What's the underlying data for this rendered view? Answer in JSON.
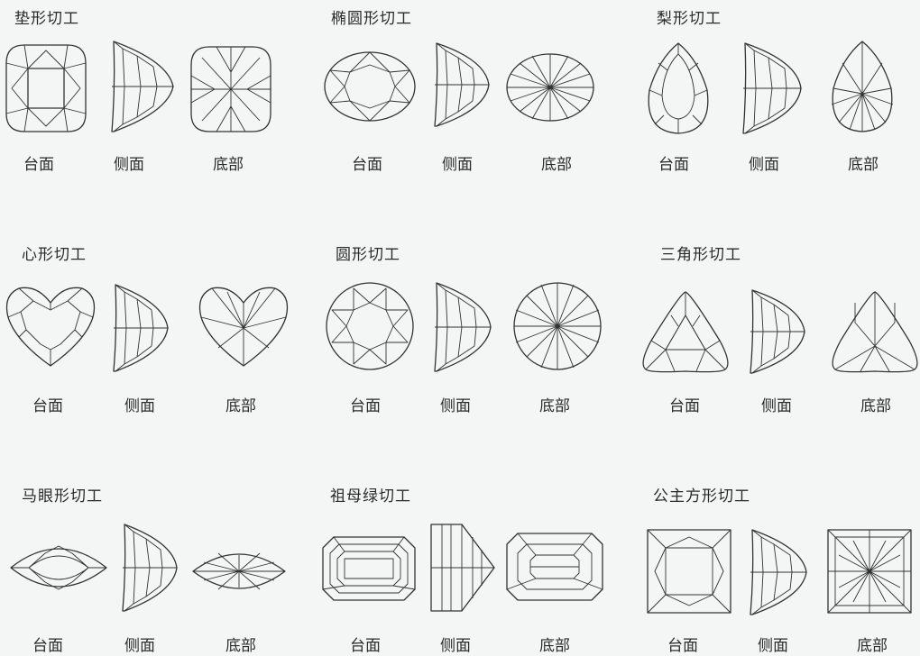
{
  "cuts": [
    {
      "title": "垫形切工",
      "labels": [
        "台面",
        "侧面",
        "底部"
      ]
    },
    {
      "title": "椭圆形切工",
      "labels": [
        "台面",
        "侧面",
        "底部"
      ]
    },
    {
      "title": "梨形切工",
      "labels": [
        "台面",
        "侧面",
        "底部"
      ]
    },
    {
      "title": "心形切工",
      "labels": [
        "台面",
        "侧面",
        "底部"
      ]
    },
    {
      "title": "圆形切工",
      "labels": [
        "台面",
        "侧面",
        "底部"
      ]
    },
    {
      "title": "三角形切工",
      "labels": [
        "台面",
        "侧面",
        "底部"
      ]
    },
    {
      "title": "马眼形切工",
      "labels": [
        "台面",
        "侧面",
        "底部"
      ]
    },
    {
      "title": "祖母绿切工",
      "labels": [
        "台面",
        "侧面",
        "底部"
      ]
    },
    {
      "title": "公主方形切工",
      "labels": [
        "台面",
        "侧面",
        "底部"
      ]
    }
  ]
}
